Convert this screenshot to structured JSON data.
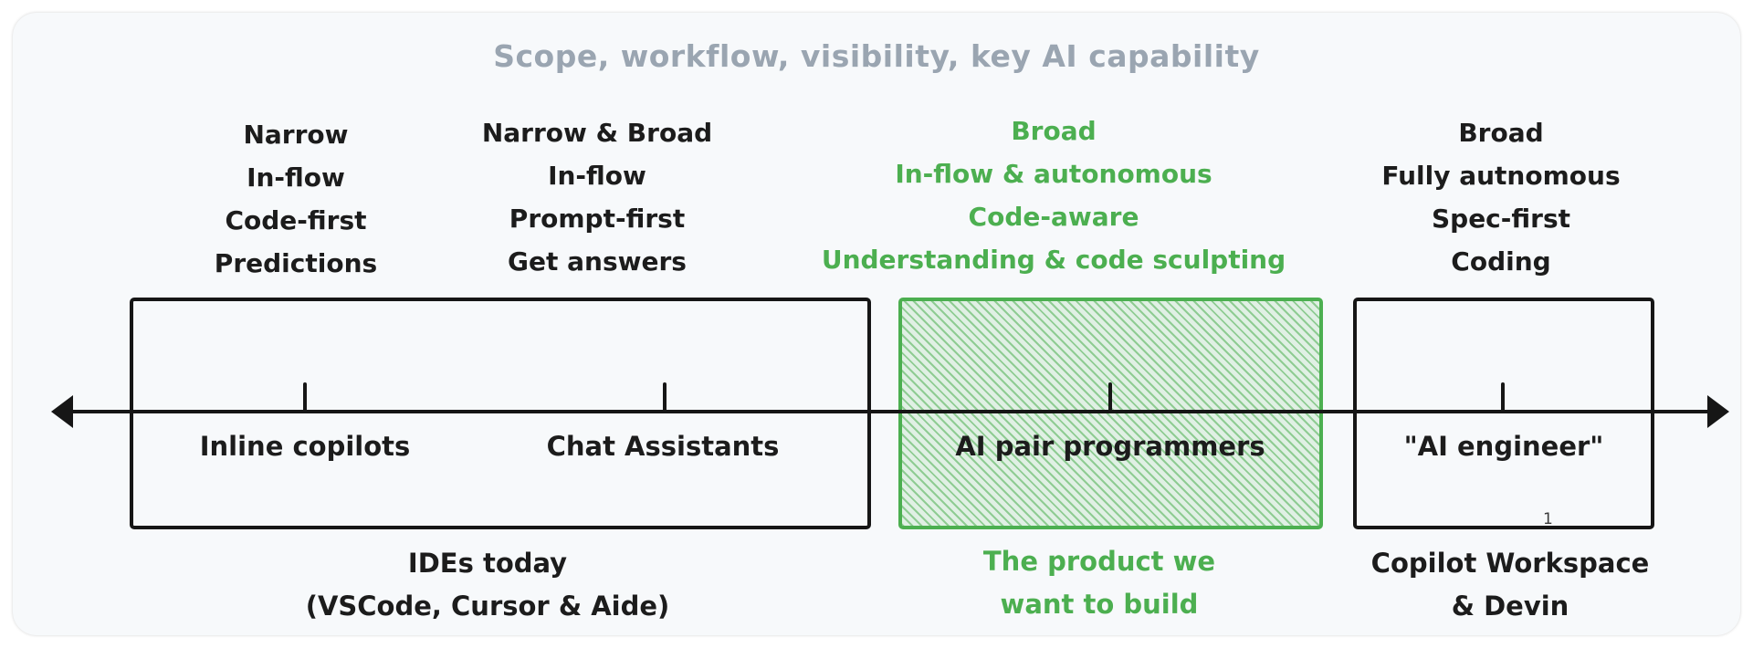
{
  "diagram": {
    "title": "Scope, workflow, visibility, key AI capability",
    "title_color": "#9aa5b1",
    "accent_color": "#4caf50",
    "ink_color": "#161616",
    "background_color": "#f7f9fb",
    "axis": {
      "type": "horizontal-spectrum",
      "double_headed": true,
      "tick_count": 4
    },
    "footnote_marker": "1",
    "segments": [
      {
        "id": "inline-copilots",
        "label": "Inline copilots",
        "highlighted": false,
        "attributes": [
          "Narrow",
          "In-flow",
          "Code-first",
          "Predictions"
        ]
      },
      {
        "id": "chat-assistants",
        "label": "Chat Assistants",
        "highlighted": false,
        "attributes": [
          "Narrow & Broad",
          "In-flow",
          "Prompt-first",
          "Get answers"
        ]
      },
      {
        "id": "ai-pair-programmers",
        "label": "AI pair programmers",
        "highlighted": true,
        "attributes": [
          "Broad",
          "In-flow & autonomous",
          "Code-aware",
          "Understanding & code sculpting"
        ]
      },
      {
        "id": "ai-engineer",
        "label": "\"AI engineer\"",
        "highlighted": false,
        "attributes": [
          "Broad",
          "Fully autnomous",
          "Spec-first",
          "Coding"
        ]
      }
    ],
    "captions": [
      {
        "id": "ides-today",
        "highlighted": false,
        "lines": [
          "IDEs today",
          "(VSCode, Cursor & Aide)"
        ]
      },
      {
        "id": "product-we-want-to-build",
        "highlighted": true,
        "lines": [
          "The product we",
          "want to build"
        ]
      },
      {
        "id": "copilot-workspace-devin",
        "highlighted": false,
        "lines": [
          "Copilot Workspace",
          "& Devin"
        ]
      }
    ]
  }
}
